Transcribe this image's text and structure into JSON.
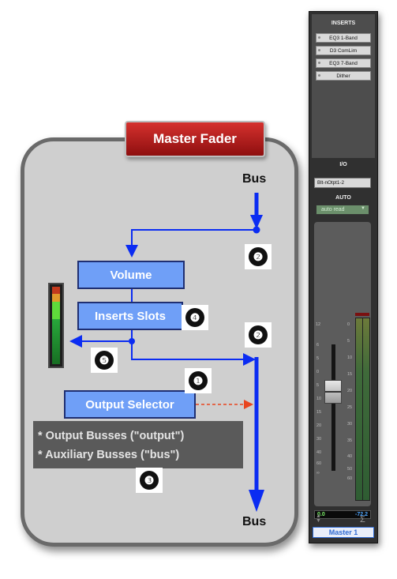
{
  "title": "Master Fader",
  "bus_in_label": "Bus",
  "bus_out_label": "Bus",
  "blocks": {
    "volume": "Volume",
    "inserts": "Inserts Slots",
    "output_selector": "Output Selector"
  },
  "markers": {
    "m1": "❶",
    "m2a": "❷",
    "m2b": "❷",
    "m3": "❸",
    "m4": "❹",
    "m5": "❺"
  },
  "notes": [
    "* Output Busses (\"output\")",
    "* Auxiliary Busses (\"bus\")"
  ],
  "colors": {
    "flow": "#0b2cf2",
    "dashed_flow": "#e8451f",
    "title_bg": "#c42222",
    "block_bg": "#6f9ff7"
  },
  "channel_strip": {
    "inserts_header": "INSERTS",
    "inserts": [
      "EQ3 1-Band",
      "D3 ComLim",
      "EQ3 7-Band",
      "Dither"
    ],
    "io_header": "I/O",
    "io_output": "Blt-nOtpt1-2",
    "auto_header": "AUTO",
    "auto_mode": "auto read",
    "fader_scale": [
      "12",
      "6",
      "5",
      "0",
      "5",
      "10",
      "15",
      "20",
      "30",
      "40",
      "60",
      "∞"
    ],
    "meter_scale": [
      "0",
      "5",
      "10",
      "15",
      "20",
      "25",
      "30",
      "35",
      "40",
      "50",
      "60"
    ],
    "volume_readout": "0.0",
    "peak_readout": "-72.2",
    "track_name": "Master 1"
  }
}
